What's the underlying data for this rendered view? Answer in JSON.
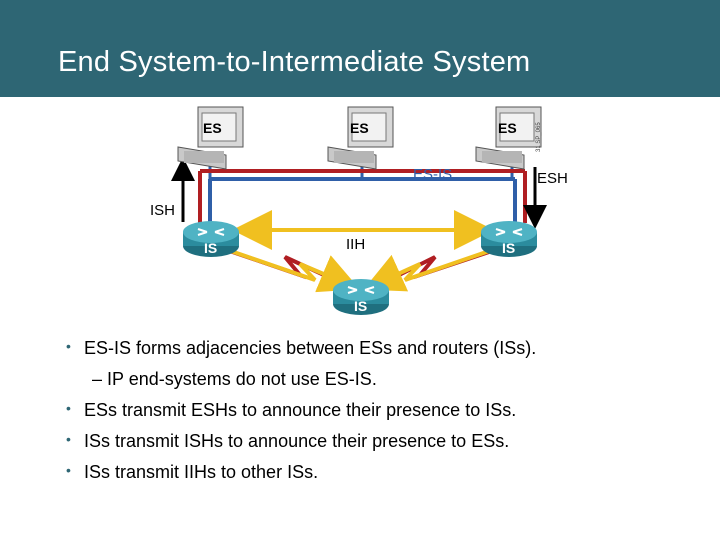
{
  "slide": {
    "title": "End System-to-Intermediate System"
  },
  "diagram": {
    "end_systems": [
      {
        "label": "ES"
      },
      {
        "label": "ES"
      },
      {
        "label": "ES"
      }
    ],
    "routers": [
      {
        "label": "IS"
      },
      {
        "label": "IS"
      },
      {
        "label": "IS"
      }
    ],
    "labels": {
      "es_is": "ES-IS",
      "esh": "ESH",
      "ish": "ISH",
      "iih": "IIH"
    },
    "figure_id": "31 SP_065",
    "colors": {
      "title_bar": "#2e6674",
      "es_is_link": "#2f5fa8",
      "serial_link": "#b01e22",
      "iih_arrow": "#f0c020",
      "router": "#2b8c9e"
    }
  },
  "bullets": [
    {
      "text": "ES-IS forms adjacencies between ESs and routers (ISs).",
      "level": 1
    },
    {
      "text": "IP end-systems do not use ES-IS.",
      "level": 2
    },
    {
      "text": "ESs transmit ESHs to announce their presence to ISs.",
      "level": 1
    },
    {
      "text": "ISs transmit ISHs to announce their presence to ESs.",
      "level": 1
    },
    {
      "text": "ISs transmit IIHs to other ISs.",
      "level": 1
    }
  ]
}
